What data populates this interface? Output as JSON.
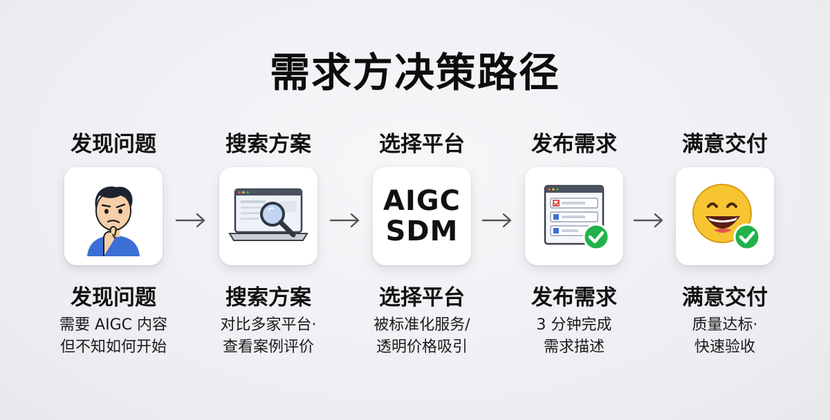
{
  "title": "需求方决策路径",
  "steps": [
    {
      "top_label": "发现问题",
      "icon": "confused-person-icon",
      "bottom_label": "发现问题",
      "desc_line1": "需要 AIGC 内容",
      "desc_line2": "但不知如何开始"
    },
    {
      "top_label": "搜索方案",
      "icon": "laptop-search-icon",
      "bottom_label": "搜索方案",
      "desc_line1": "对比多家平台·",
      "desc_line2": "查看案例评价"
    },
    {
      "top_label": "选择平台",
      "logo_line1": "AIGC",
      "logo_line2": "SDM",
      "bottom_label": "选择平台",
      "desc_line1": "被标准化服务/",
      "desc_line2": "透明价格吸引"
    },
    {
      "top_label": "发布需求",
      "icon": "form-check-icon",
      "bottom_label": "发布需求",
      "desc_line1": "3 分钟完成",
      "desc_line2": "需求描述"
    },
    {
      "top_label": "满意交付",
      "icon": "smile-check-icon",
      "bottom_label": "满意交付",
      "desc_line1": "质量达标·",
      "desc_line2": "快速验收"
    }
  ],
  "colors": {
    "check_green": "#21b24b",
    "accent_blue": "#3f6fd8",
    "emoji_yellow": "#f7c531"
  }
}
